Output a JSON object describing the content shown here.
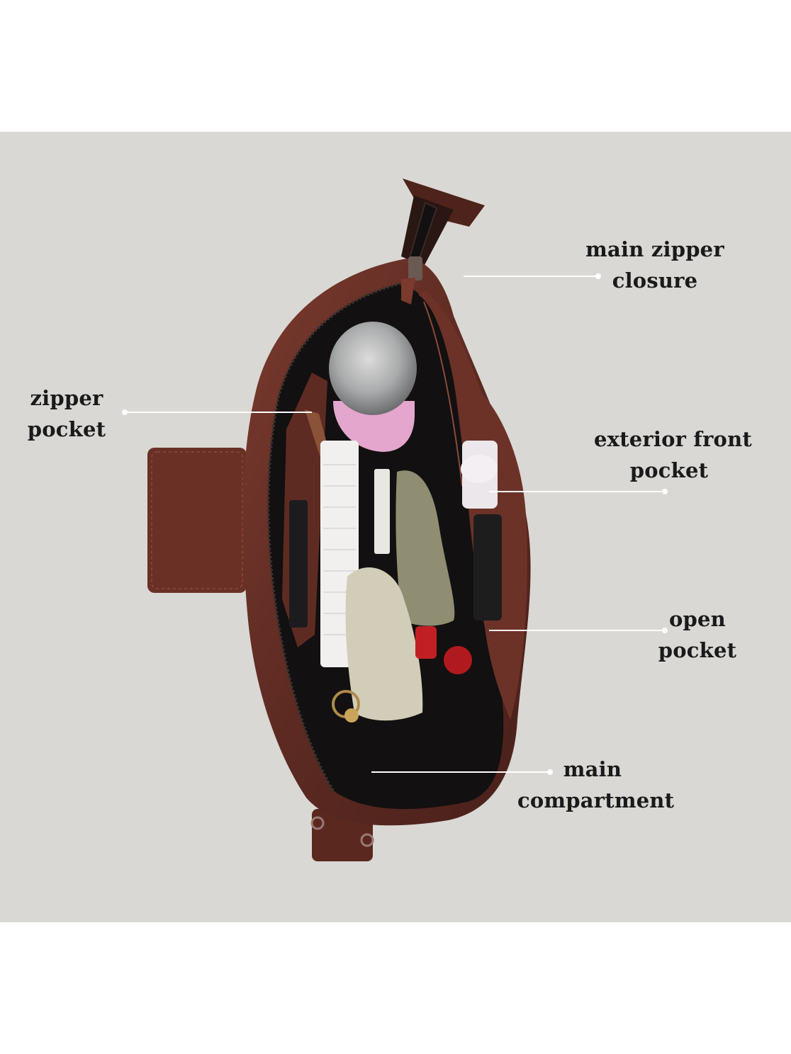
{
  "callouts": {
    "main_zipper": {
      "line1": "main zipper",
      "line2": "closure"
    },
    "zipper_pocket": {
      "line1": "zipper",
      "line2": "pocket"
    },
    "exterior_front": {
      "line1": "exterior front",
      "line2": "pocket"
    },
    "open_pocket": {
      "line1": "open",
      "line2": "pocket"
    },
    "main_compartment": {
      "line1": "main",
      "line2": "compartment"
    }
  },
  "colors": {
    "backdrop": "#d9d8d4",
    "leather": "#5c2a22",
    "leather_light": "#7a3a2e",
    "lining": "#121010",
    "leader_line": "#ffffff",
    "text": "#1a1a1a"
  }
}
